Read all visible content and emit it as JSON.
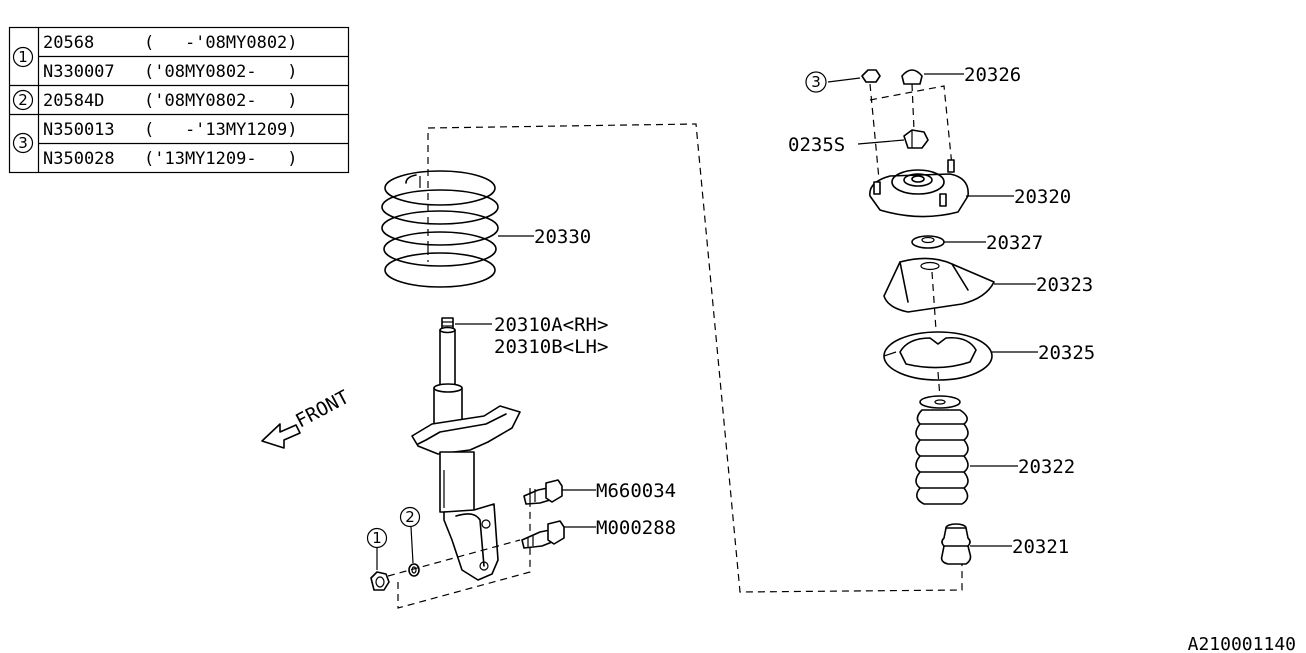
{
  "table": {
    "rows": [
      {
        "callout": "1",
        "part": "20568",
        "range": "(   -'08MY0802)"
      },
      {
        "callout": "1",
        "part": "N330007",
        "range": "('08MY0802-   )"
      },
      {
        "callout": "2",
        "part": "20584D",
        "range": "('08MY0802-   )"
      },
      {
        "callout": "3",
        "part": "N350013",
        "range": "(   -'13MY1209)"
      },
      {
        "callout": "3",
        "part": "N350028",
        "range": "('13MY1209-   )"
      }
    ]
  },
  "labels": {
    "coil_spring": "20330",
    "strut_rh": "20310A<RH>",
    "strut_lh": "20310B<LH>",
    "bolt_upper": "M660034",
    "bolt_lower": "M000288",
    "cap": "20326",
    "nut": "0235S",
    "mount": "20320",
    "washer": "20327",
    "spring_seat": "20323",
    "rubber_seat": "20325",
    "boot": "20322",
    "bump_stop": "20321",
    "front": "FRONT"
  },
  "callouts": {
    "c1": "1",
    "c2": "2",
    "c3": "3"
  },
  "reference_code": "A210001140"
}
